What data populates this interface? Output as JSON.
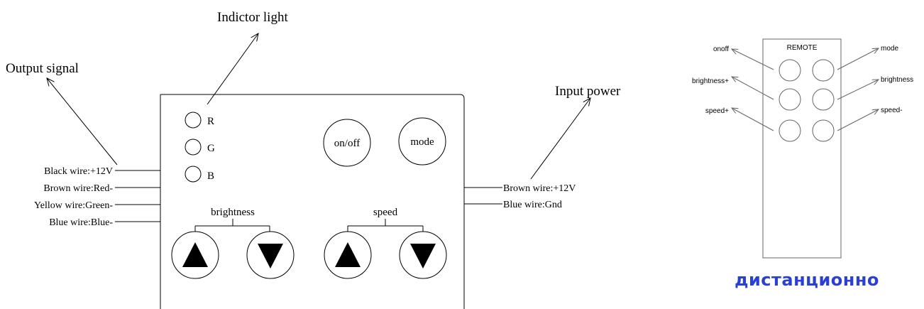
{
  "controller": {
    "labels": {
      "indicator_light": "Indictor light",
      "output_signal": "Output signal",
      "input_power": "Input power"
    },
    "leds": [
      "R",
      "G",
      "B"
    ],
    "buttons": {
      "onoff": "on/off",
      "mode": "mode"
    },
    "groups": {
      "brightness": "brightness",
      "speed": "speed"
    },
    "left_wires": [
      "Black wire:+12V",
      "Brown wire:Red-",
      "Yellow wire:Green-",
      "Blue wire:Blue-"
    ],
    "right_wires": [
      "Brown wire:+12V",
      "Blue wire:Gnd"
    ]
  },
  "remote": {
    "title": "REMOTE",
    "left_labels": [
      "onoff",
      "brightness+",
      "speed+"
    ],
    "right_labels": [
      "mode",
      "brightness",
      "speed-"
    ]
  },
  "caption": "дистанционно"
}
